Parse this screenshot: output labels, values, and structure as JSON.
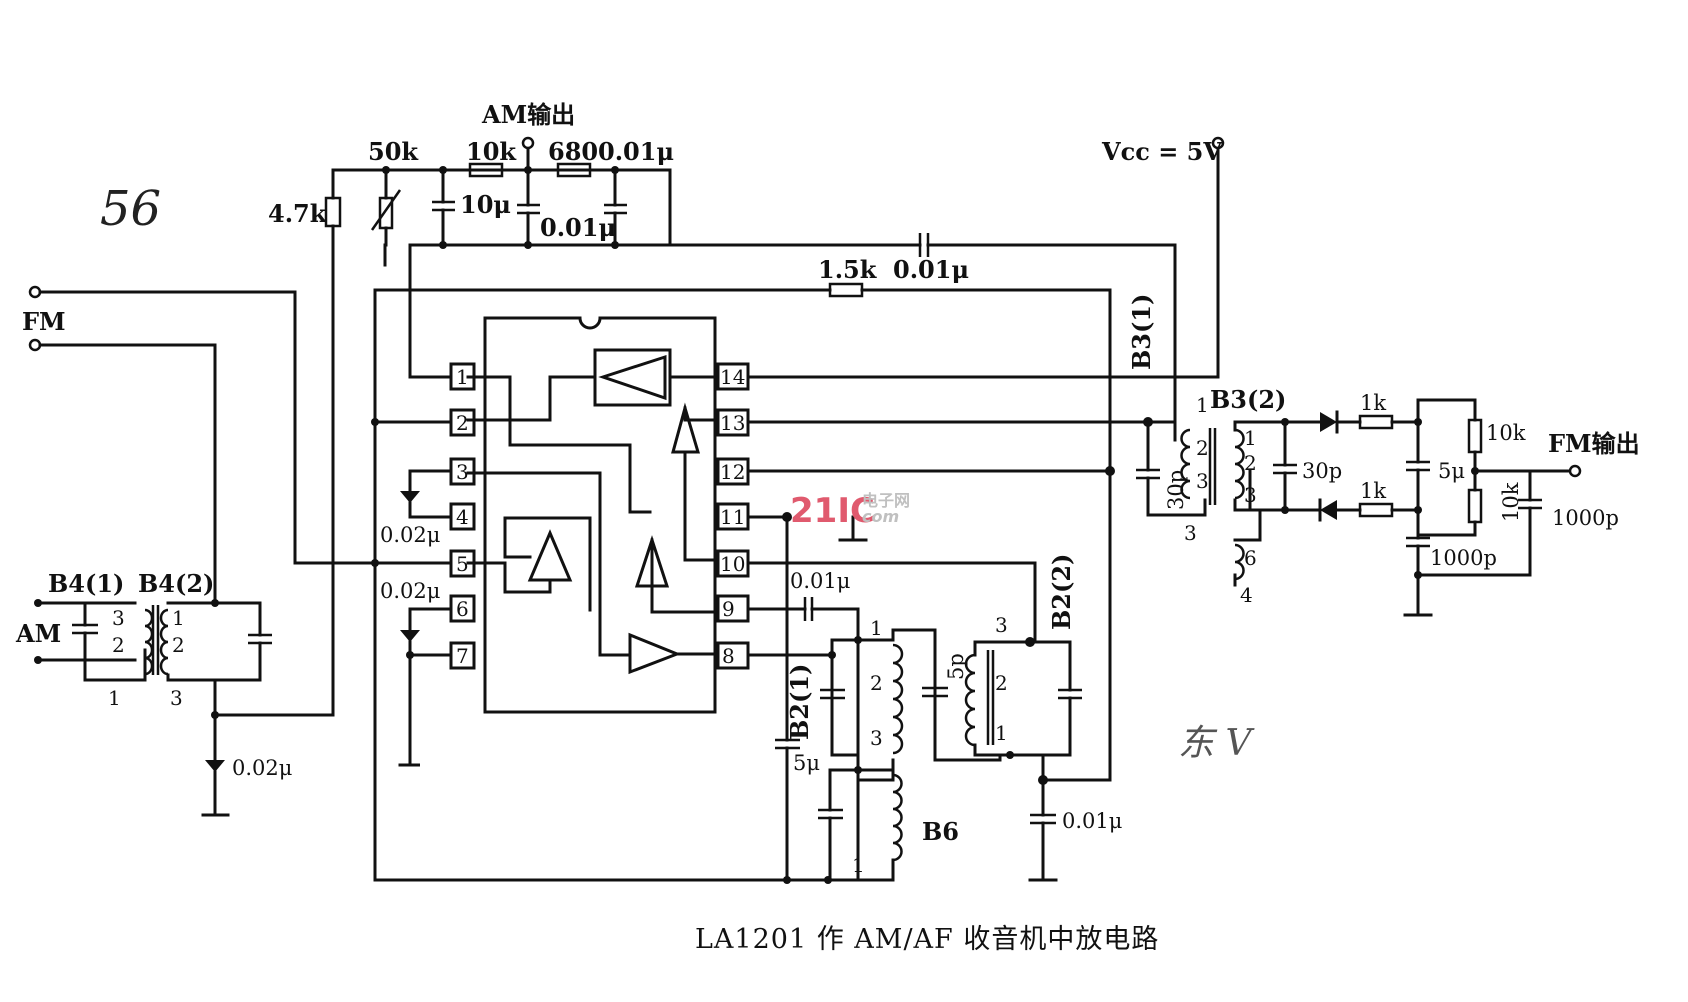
{
  "caption": "LA1201 作 AM/AF 收音机中放电路",
  "handwriting": {
    "top_left": "56",
    "bottom_right": "东 V"
  },
  "watermark": {
    "logo": "21IC",
    "cn": "电子网",
    "sub": "com"
  },
  "labels": {
    "am_out": "AM输出",
    "fm_out": "FM输出",
    "vcc": "Vcc = 5V",
    "fm_in": "FM",
    "am_in": "AM",
    "b4_1": "B4(1)",
    "b4_2": "B4(2)",
    "b3_1": "B3(1)",
    "b3_2": "B3(2)",
    "b2_1": "B2(1)",
    "b2_2": "B2(2)",
    "b6": "B6"
  },
  "values": {
    "r_50k": "50k",
    "r_10k_top": "10k",
    "r_680": "680",
    "c_001_top": "0.01μ",
    "c_10u": "10μ",
    "c_001_mid": "0.01μ",
    "r_47k": "4.7k",
    "r_15k": "1.5k",
    "c_001_fb": "0.01μ",
    "c_002_p34": "0.02μ",
    "c_002_p67": "0.02μ",
    "c_002_am": "0.02μ",
    "c_001_p9": "0.01μ",
    "c_5u_b2": "5μ",
    "c_5p": "5p",
    "c_001_bot": "0.01μ",
    "c_30p_a": "30p",
    "c_30p_b": "30p",
    "r_1k_a": "1k",
    "r_1k_b": "1k",
    "c_5u_fm": "5μ",
    "r_10k_a": "10k",
    "r_10k_b": "10k",
    "c_1000p_a": "1000p",
    "c_1000p_b": "1000p"
  },
  "pins": [
    "1",
    "2",
    "3",
    "4",
    "5",
    "6",
    "7",
    "8",
    "9",
    "10",
    "11",
    "12",
    "13",
    "14"
  ],
  "coil_taps": {
    "b4_left": [
      "3",
      "2"
    ],
    "b4_right": [
      "1",
      "2"
    ],
    "b4_bottom": [
      "1",
      "3"
    ],
    "b3_left": [
      "1",
      "2",
      "3"
    ],
    "b3_right": [
      "1",
      "2",
      "3",
      "6"
    ],
    "b3_bottom": [
      "3",
      "4"
    ],
    "b2_1": [
      "1",
      "2",
      "3"
    ],
    "b2_2": [
      "3",
      "2",
      "1"
    ],
    "b6": [
      "1"
    ]
  }
}
